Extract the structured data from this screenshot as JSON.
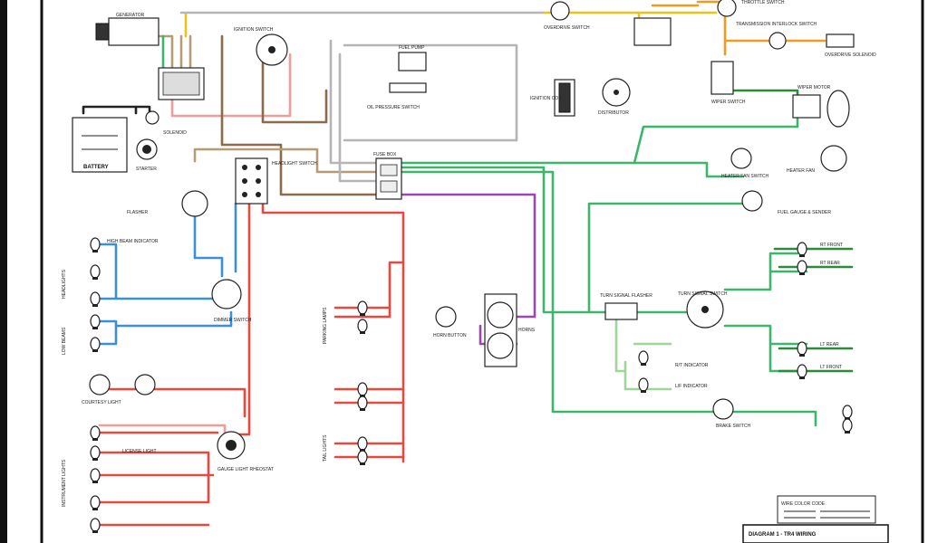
{
  "colors": {
    "red": "#e8493f",
    "pink": "#f19b9b",
    "blue": "#3b8fd8",
    "green": "#3db56b",
    "dark_green": "#2d8a3a",
    "yellow": "#e9c21a",
    "orange": "#f29a1d",
    "purple": "#9a48b0",
    "tan": "#b69c76",
    "brown": "#8b6b4a",
    "gray": "#b5b5b5",
    "black": "#222222",
    "light_green": "#9fd49a",
    "background": "#ffffff"
  },
  "labels": {
    "generator": "GENERATOR",
    "ignition_switch": "IGNITION SWITCH",
    "fuel_pump": "FUEL PUMP",
    "battery": "BATTERY",
    "solenoid": "SOLENOID",
    "starter": "STARTER",
    "ignition_coil": "IGNITION COIL",
    "distributor": "DISTRIBUTOR",
    "wiper_switch": "WIPER SWITCH",
    "wiper_motor": "WIPER MOTOR",
    "heater_fan_switch": "HEATER FAN SWITCH",
    "heater_fan": "HEATER FAN",
    "fuel_gauge_sender": "FUEL GAUGE & SENDER",
    "fuse_box": "FUSE BOX",
    "headlight_switch": "HEADLIGHT SWITCH",
    "flasher": "FLASHER",
    "turn_signal_flasher": "TURN SIGNAL FLASHER",
    "turn_signal_switch": "TURN SIGNAL SWITCH",
    "horn_button": "HORN BUTTON",
    "horns": "HORNS",
    "brake_switch": "BRAKE SWITCH",
    "dimmer_switch": "DIMMER SWITCH",
    "high_beam_indicator": "HIGH BEAM INDICATOR",
    "headlights": "HEADLIGHTS",
    "low_beams": "LOW BEAMS",
    "parking_lamps": "PARKING LAMPS",
    "instrument_lights": "INSTRUMENT LIGHTS",
    "courtesy_light": "COURTESY LIGHT",
    "gauge_light_rheostat": "GAUGE LIGHT RHEOSTAT",
    "tail_lights": "TAIL LIGHTS",
    "license_light": "LICENSE LIGHT",
    "rt_indicator": "R/T INDICATOR",
    "lf_indicator": "L/F INDICATOR",
    "rt_front": "RT FRONT",
    "rt_rear": "RT REAR",
    "lt_rear": "LT REAR",
    "lt_front": "LT FRONT",
    "oil_pressure_switch": "OIL PRESSURE SWITCH",
    "overdrive_switch": "OVERDRIVE SWITCH",
    "overdrive_solenoid": "OVERDRIVE SOLENOID",
    "throttle_switch": "THROTTLE SWITCH",
    "transmission_switch": "TRANSMISSION INTERLOCK SWITCH",
    "diagram_title": "DIAGRAM 1 - TR4 WIRING",
    "legend_title": "WIRE COLOR CODE"
  }
}
